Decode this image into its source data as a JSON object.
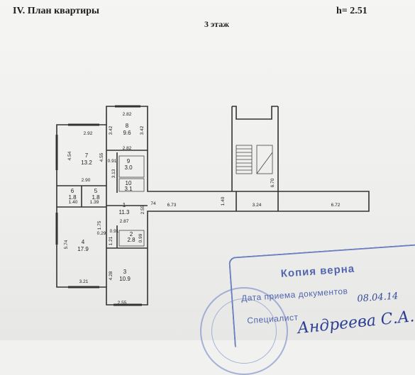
{
  "header": {
    "title": "IV. План квартиры",
    "height_label": "h= 2.51",
    "floor_label": "3 этаж"
  },
  "rooms": [
    {
      "number": "7",
      "area": "13.2"
    },
    {
      "number": "8",
      "area": "9.6"
    },
    {
      "number": "9",
      "area": "3.0"
    },
    {
      "number": "10",
      "area": "3.1"
    },
    {
      "number": "1",
      "area": "11.3"
    },
    {
      "number": "4",
      "area": "17.9"
    },
    {
      "number": "2",
      "area": "2.8"
    },
    {
      "number": "3",
      "area": "10.9"
    },
    {
      "number": "6",
      "area": "1.8"
    },
    {
      "number": "5",
      "area": "1.8"
    }
  ],
  "dimensions": {
    "d_2_92": "2.92",
    "d_4_54": "4.54",
    "d_4_55": "4.55",
    "d_2_90": "2.90",
    "d_2_82_top": "2.82",
    "d_3_42_left": "3.42",
    "d_3_42_right": "3.42",
    "d_2_82_mid": "2.82",
    "d_0_91_a": "0.91",
    "d_3_13": "3.13",
    "d_1_40": "1.40",
    "d_1_39": "1.39",
    "d_2_55_mid": "2.55",
    "d_74": "74",
    "d_6_73": "6.73",
    "d_2_87": "2.87",
    "d_1_75": "1.75",
    "d_0_29": "0.29",
    "d_5_74": "5.74",
    "d_0_91_b": "0.91",
    "d_1_21": "1.21",
    "d_0_99": "0.99",
    "d_4_28": "4.28",
    "d_3_21": "3.21",
    "d_2_55_bottom": "2.55",
    "d_1_40_corr": "1.40",
    "d_6_70": "6.70",
    "d_3_24": "3.24",
    "d_6_72": "6.72"
  },
  "stamp": {
    "title": "Копия верна",
    "line1": "Дата приема документов",
    "date": "08.04.14",
    "line2": "Специалист",
    "signature": "Андреева С.А."
  }
}
